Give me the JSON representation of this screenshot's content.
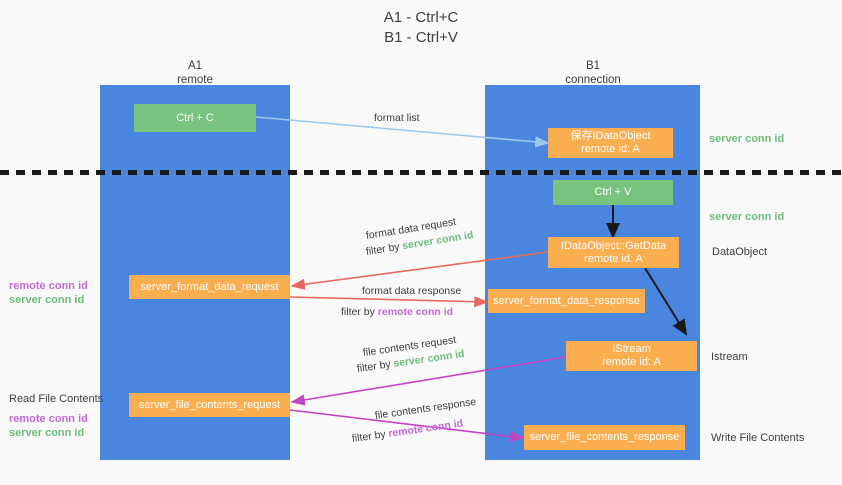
{
  "title": {
    "line1": "A1 - Ctrl+C",
    "line2": "B1 - Ctrl+V"
  },
  "columns": [
    {
      "name": "A1",
      "subtitle": "remote"
    },
    {
      "name": "B1",
      "subtitle": "connection"
    }
  ],
  "nodes": {
    "ctrl_c": {
      "label": "Ctrl + C"
    },
    "save_idataobject": {
      "line1": "保存IDataObject",
      "line2": "remote id: A"
    },
    "ctrl_v": {
      "label": "Ctrl + V"
    },
    "getdata": {
      "line1": "IDataObject::GetData",
      "line2": "remote id: A"
    },
    "istream": {
      "line1": "IStream",
      "line2": "remote id: A"
    },
    "server_format_data_request": {
      "label": "server_format_data_request"
    },
    "server_format_data_response": {
      "label": "server_format_data_response"
    },
    "server_file_contents_request": {
      "label": "server_file_contents_request"
    },
    "server_file_contents_response": {
      "label": "server_file_contents_response"
    }
  },
  "edge_labels": {
    "format_list": "format list",
    "format_data_request": "format data request",
    "format_data_request_filter_prefix": "filter by ",
    "format_data_request_filter_value": "server conn id",
    "format_data_response": "format data response",
    "format_data_response_filter_prefix": "filter by ",
    "format_data_response_filter_value": "remote conn id",
    "file_contents_request": "file contents request",
    "file_contents_request_filter_prefix": "filter by ",
    "file_contents_request_filter_value": "server conn id",
    "file_contents_response": "file contents response",
    "file_contents_response_filter_prefix": "filter by ",
    "file_contents_response_filter_value": "remote conn id"
  },
  "annotations": {
    "right_server_conn_id_top": "server conn id",
    "right_server_conn_id_mid": "server conn id",
    "right_dataobject": "DataObject",
    "right_istream": "Istream",
    "right_write_file_contents": "Write File Contents",
    "left_remote_conn_id_1": "remote conn id",
    "left_server_conn_id_1": "server conn id",
    "left_read_file_contents": "Read File Contents",
    "left_remote_conn_id_2": "remote conn id",
    "left_server_conn_id_2": "server conn id"
  },
  "colors": {
    "lane": "#4a86e0",
    "green_node": "#79c37f",
    "orange_node": "#fbae4f",
    "server_conn_id": "#6dbd7a",
    "remote_conn_id": "#c26bd8",
    "arrow_light_blue": "#9ec9ef",
    "arrow_red": "#e8685c",
    "arrow_magenta": "#c445c4",
    "arrow_black": "#1a1a1a",
    "background": "#f9f9f9"
  }
}
